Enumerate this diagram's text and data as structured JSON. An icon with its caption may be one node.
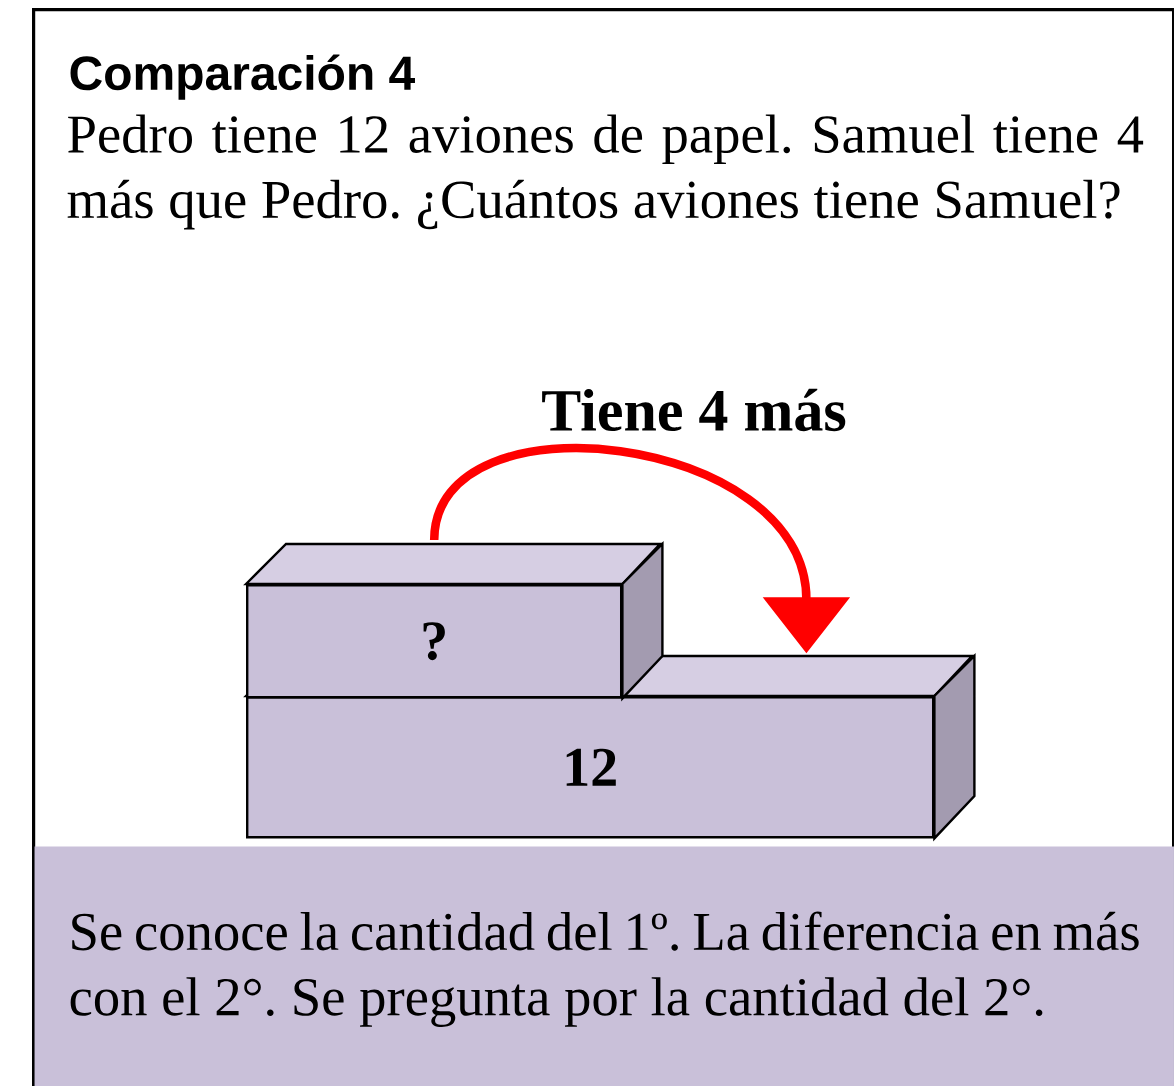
{
  "diagram": {
    "nodes": [
      {
        "text": [
          "Comparación 4",
          "Pedro tiene 12 aviones de papel. Samuel tiene 4 más que Pedro. ¿Cuántos aviones tiene Samuel?"
        ]
      },
      {
        "text": [
          "?"
        ],
        "in": 0
      },
      {
        "text": [
          "12"
        ],
        "in": 0
      },
      {
        "text": [
          "Se conoce la cantidad del 1º. La diferencia en más con el 2°. Se pregunta por la cantidad del 2°."
        ],
        "in": 0
      }
    ],
    "edges": [
      {
        "from": 1,
        "to": 2,
        "arrow": "to",
        "label": "Tiene 4 más",
        "color": "#ff0000"
      }
    ]
  }
}
